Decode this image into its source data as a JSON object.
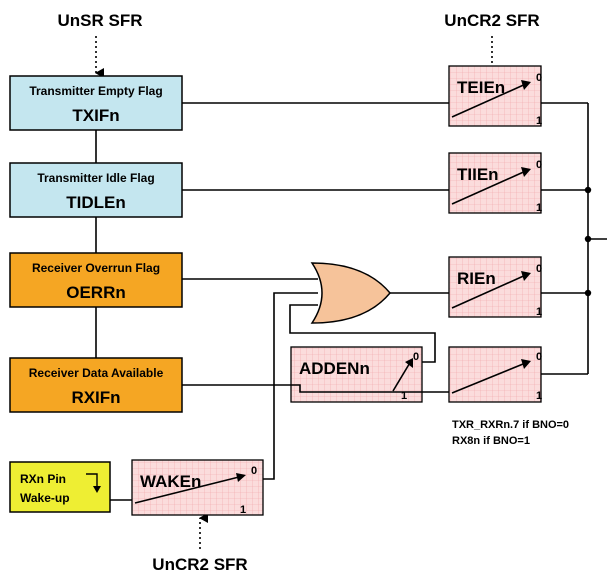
{
  "sfr_labels": {
    "top_left": "UnSR SFR",
    "top_right": "UnCR2 SFR",
    "bottom": "UnCR2 SFR"
  },
  "flags": {
    "txif": {
      "title": "Transmitter Empty Flag",
      "name": "TXIFn"
    },
    "tidle": {
      "title": "Transmitter Idle Flag",
      "name": "TIDLEn"
    },
    "oerr": {
      "title": "Receiver Overrun Flag",
      "name": "OERRn"
    },
    "rxif": {
      "title": "Receiver Data Available",
      "name": "RXIFn"
    },
    "wakeup": {
      "line1": "RXn Pin",
      "line2": "Wake-up"
    }
  },
  "switches": {
    "teie": {
      "name": "TEIEn",
      "zero": "0",
      "one": "1"
    },
    "tiie": {
      "name": "TIIEn",
      "zero": "0",
      "one": "1"
    },
    "rie": {
      "name": "RIEn",
      "zero": "0",
      "one": "1"
    },
    "bno": {
      "name": "",
      "zero": "0",
      "one": "1"
    },
    "adden": {
      "name": "ADDENn",
      "zero": "0",
      "one": "1"
    },
    "waken": {
      "name": "WAKEn",
      "zero": "0",
      "one": "1"
    }
  },
  "notes": {
    "line1": "TXR_RXRn.7 if BNO=0",
    "line2": "RX8n if BNO=1"
  },
  "colors": {
    "tx_flag_fill": "#c4e6ef",
    "rx_flag_fill": "#f5a623",
    "wakeup_fill": "#eeee33",
    "switch_fill": "#fbdcdc",
    "switch_grid": "#f0a3a8",
    "or_gate_fill": "#f6c39a"
  }
}
